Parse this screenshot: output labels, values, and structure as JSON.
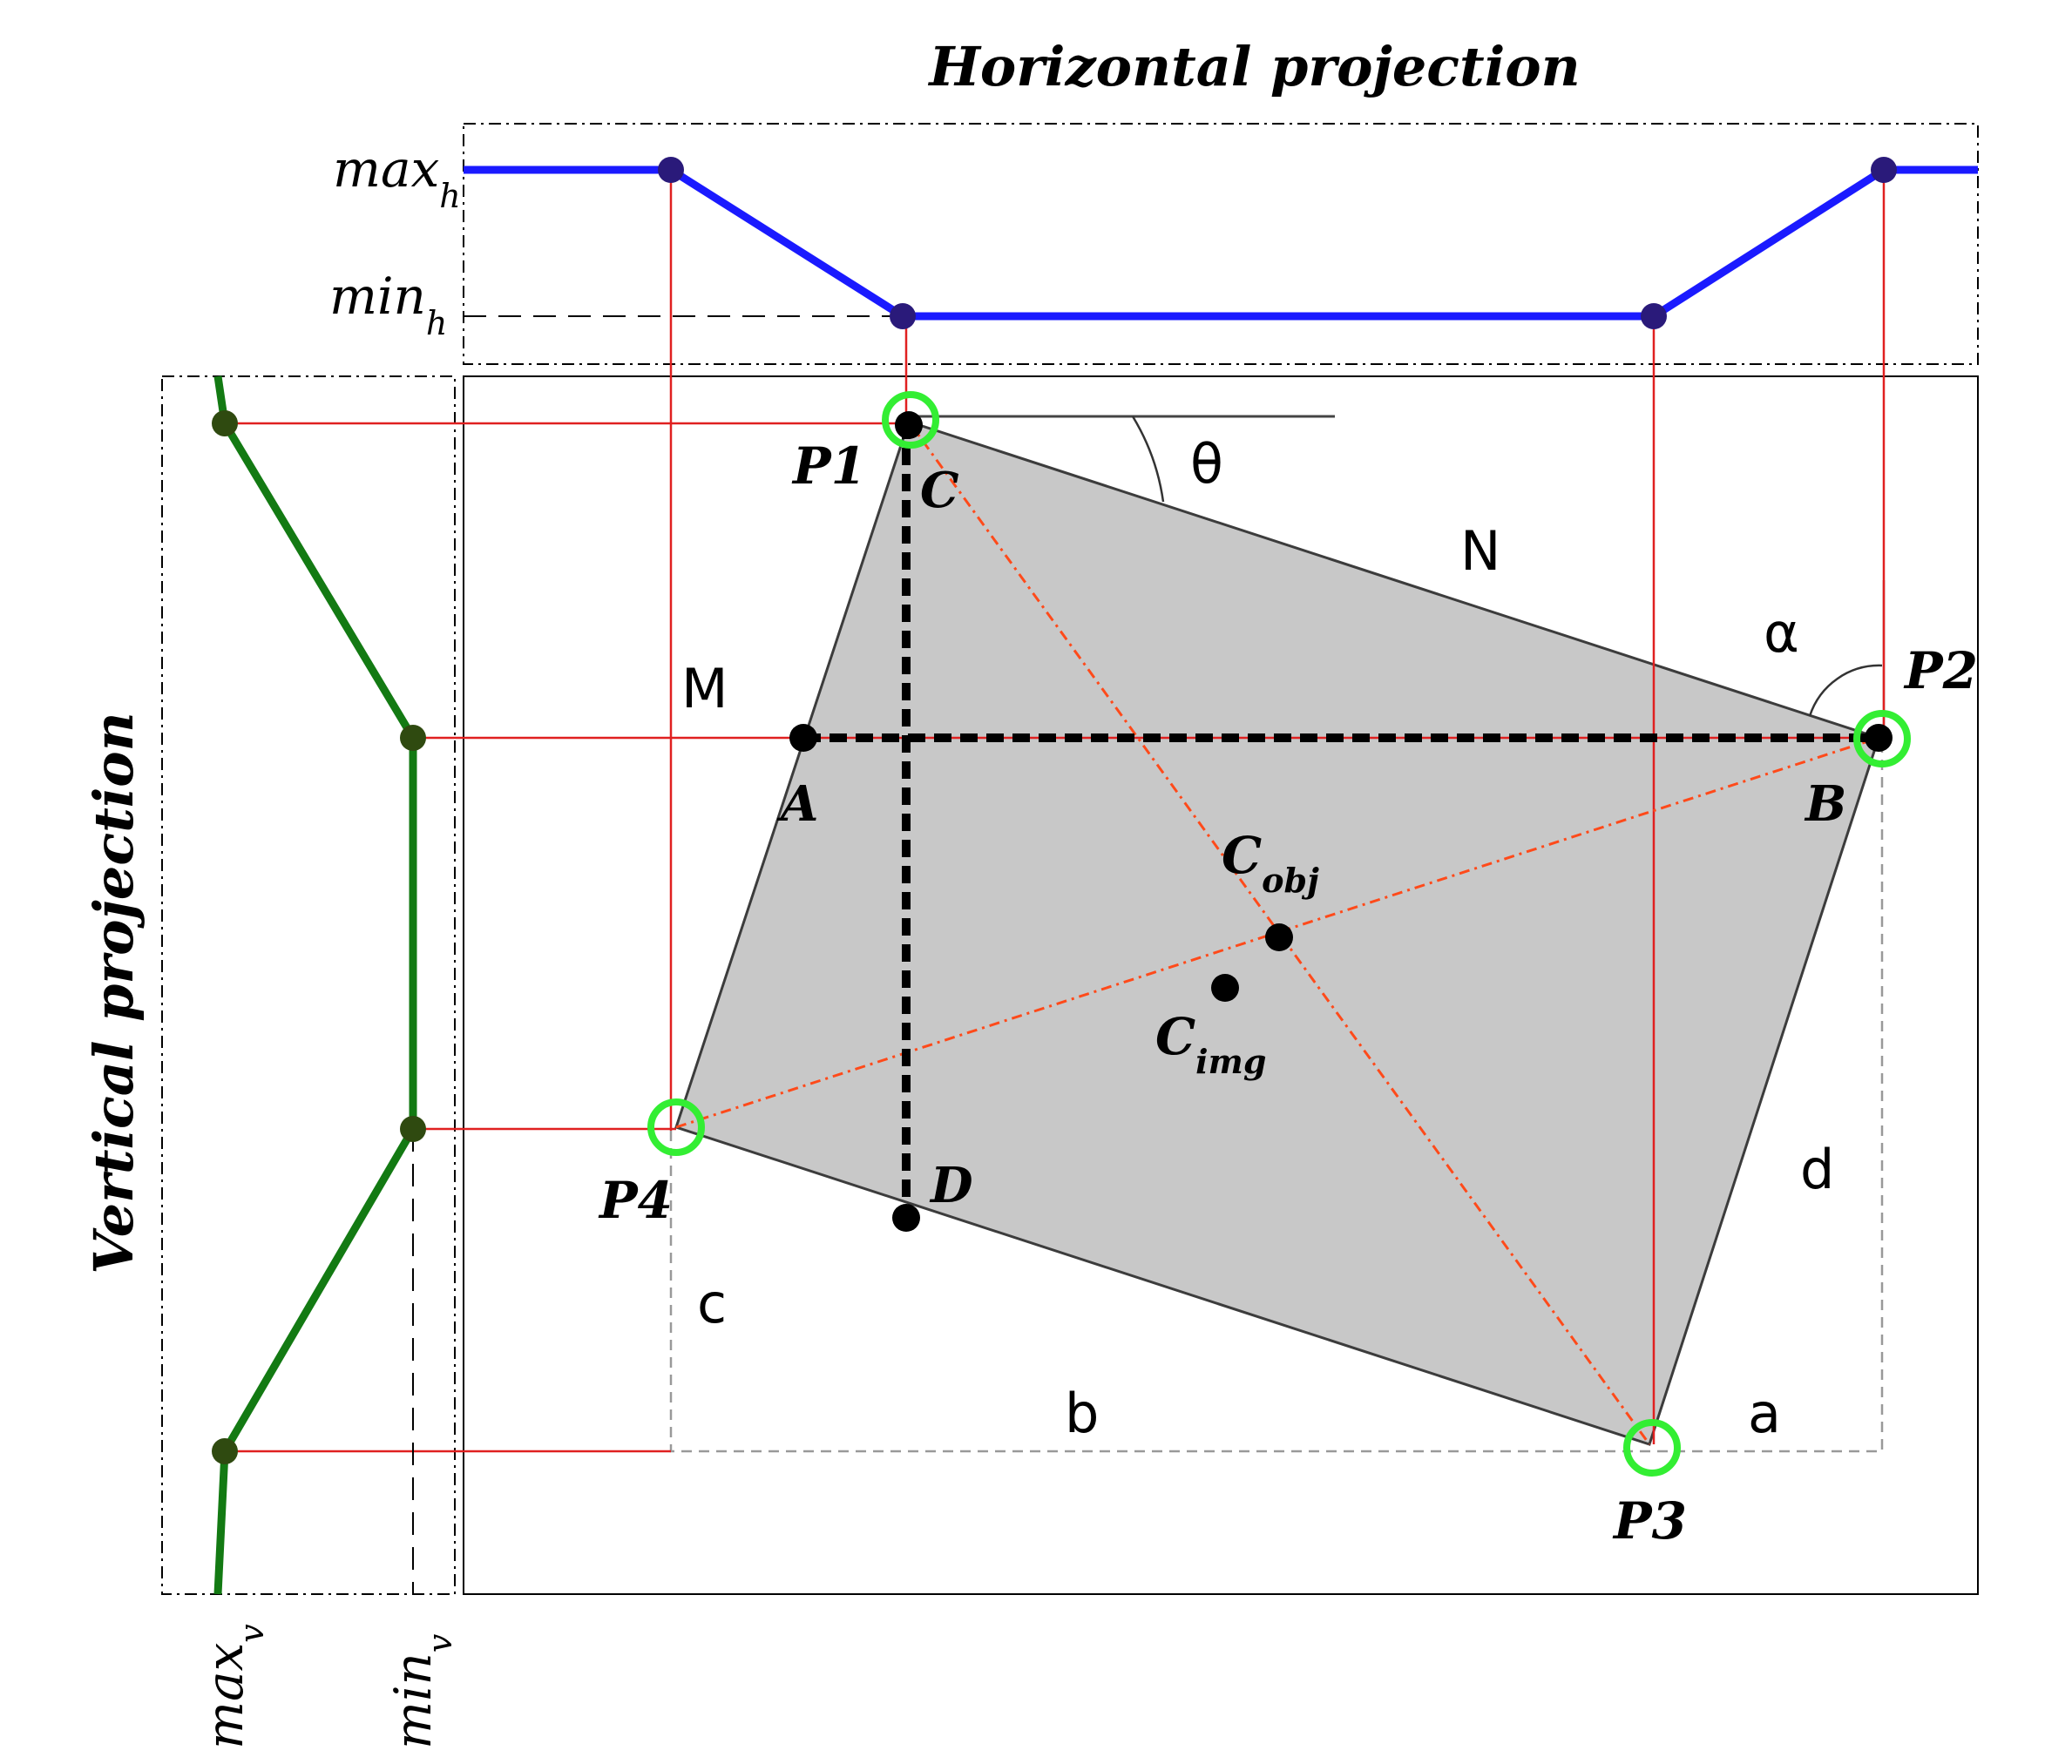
{
  "titles": {
    "horizontal": "Horizontal projection",
    "vertical": "Vertical projection"
  },
  "axis_labels": {
    "max_h": "max",
    "max_h_sub": "h",
    "min_h": "min",
    "min_h_sub": "h",
    "max_v": "max",
    "max_v_sub": "v",
    "min_v": "min",
    "min_v_sub": "v"
  },
  "points": {
    "p1": "P1",
    "p2": "P2",
    "p3": "P3",
    "p4": "P4",
    "a": "A",
    "b": "B",
    "c": "C",
    "d": "D",
    "c_obj": "C",
    "c_obj_sub": "obj",
    "c_img": "C",
    "c_img_sub": "img"
  },
  "side_labels": {
    "n": "N",
    "m": "M",
    "theta": "θ",
    "alpha": "α",
    "a": "a",
    "b": "b",
    "c": "c",
    "d": "d"
  },
  "colors": {
    "horizontal_profile": "#1a1aff",
    "vertical_profile": "#137a13",
    "projection_lines": "#e02020",
    "diagonals": "#ff4a1a",
    "corner_markers": "#33ee33",
    "object_fill": "#c8c8c8",
    "profile_nodes_h": "#2a1a7a",
    "profile_nodes_v": "#2f4a10"
  }
}
